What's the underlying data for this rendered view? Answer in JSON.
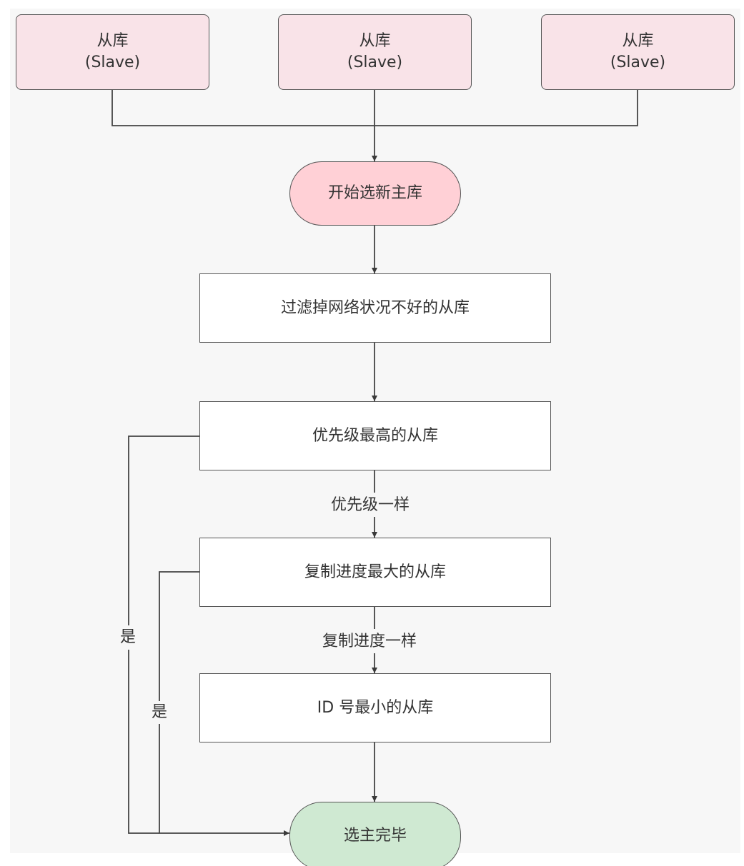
{
  "slaves": [
    {
      "name": "从库",
      "role": "(Slave)"
    },
    {
      "name": "从库",
      "role": "(Slave)"
    },
    {
      "name": "从库",
      "role": "(Slave)"
    }
  ],
  "start": {
    "label": "开始选新主库"
  },
  "steps": {
    "filter": "过滤掉网络状况不好的从库",
    "priority": "优先级最高的从库",
    "offset": "复制进度最大的从库",
    "id": "ID 号最小的从库"
  },
  "edge_labels": {
    "priority_same": "优先级一样",
    "offset_same": "复制进度一样",
    "yes_priority": "是",
    "yes_offset": "是"
  },
  "end": {
    "label": "选主完毕"
  },
  "colors": {
    "slave_fill": "#f9e3e8",
    "start_fill": "#ffd0d6",
    "end_fill": "#cfe9d2",
    "line": "#444444"
  }
}
